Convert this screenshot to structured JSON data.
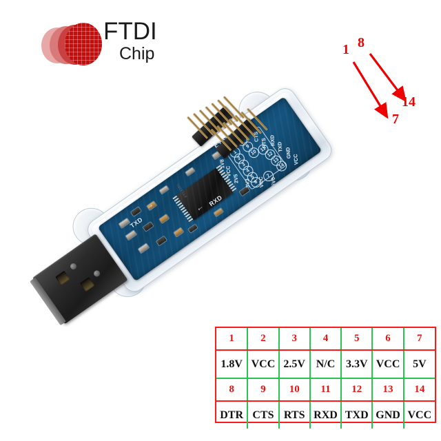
{
  "logo": {
    "name": "ftdi-chip-logo",
    "line1": "FTDI",
    "line2": "Chip",
    "color": "#c10f0f"
  },
  "device": {
    "name": "FT232RL USB to TTL serial adapter",
    "board_silkscreen": {
      "part_number": "FT232RL",
      "ic_marking": "FT232RL",
      "tx_label": "TXD",
      "rx_label": "RXD",
      "tx_arrow": "→",
      "rx_arrow": "←",
      "left_voltage_labels": [
        "1V8",
        "VCC",
        "2V5",
        "3V3",
        "VCC",
        "5V0"
      ],
      "right_signal_labels": [
        "DTR",
        "CTS",
        "RTS",
        "RXD",
        "TXD",
        "GND",
        "VCC"
      ],
      "pin_numbers_left": [
        "1",
        "2",
        "3",
        "4",
        "5",
        "6",
        "7"
      ],
      "pin_numbers_right": [
        "8",
        "9",
        "10",
        "11",
        "12",
        "13",
        "14"
      ]
    },
    "colors": {
      "pcb": "#14527e",
      "header_plastic": "#1b1b1b",
      "pin_metal": "#d7b675",
      "usb_metal": "#2b2b2b",
      "shell": "#eef3f8"
    }
  },
  "annotations": {
    "color": "#ee0000",
    "arrows": [
      {
        "name": "arrow-pin1-to-pin7",
        "start_label": "1",
        "end_label": "7"
      },
      {
        "name": "arrow-pin8-to-pin14",
        "start_label": "8",
        "end_label": "14"
      }
    ],
    "labels": {
      "a1": "1",
      "a8": "8",
      "a7": "7",
      "a14": "14"
    }
  },
  "pinout_table": {
    "name": "pinout-reference-table",
    "border_color_horizontal": "#ff1a1a",
    "border_color_vertical": "#29c44f",
    "number_color": "#ee1111",
    "value_color": "#111111",
    "disabled_color": "#c9c9c9",
    "rows": [
      {
        "type": "numbers",
        "cells": [
          "1",
          "2",
          "3",
          "4",
          "5",
          "6",
          "7"
        ]
      },
      {
        "type": "values",
        "cells": [
          "1.8V",
          "VCC",
          "2.5V",
          "N/C",
          "3.3V",
          "VCC",
          "5V"
        ],
        "disabled": [
          false,
          false,
          false,
          true,
          false,
          false,
          false
        ]
      },
      {
        "type": "numbers",
        "cells": [
          "8",
          "9",
          "10",
          "11",
          "12",
          "13",
          "14"
        ]
      },
      {
        "type": "values",
        "cells": [
          "DTR",
          "CTS",
          "RTS",
          "RXD",
          "TXD",
          "GND",
          "VCC"
        ],
        "disabled": [
          false,
          false,
          false,
          false,
          false,
          false,
          false
        ]
      }
    ]
  }
}
